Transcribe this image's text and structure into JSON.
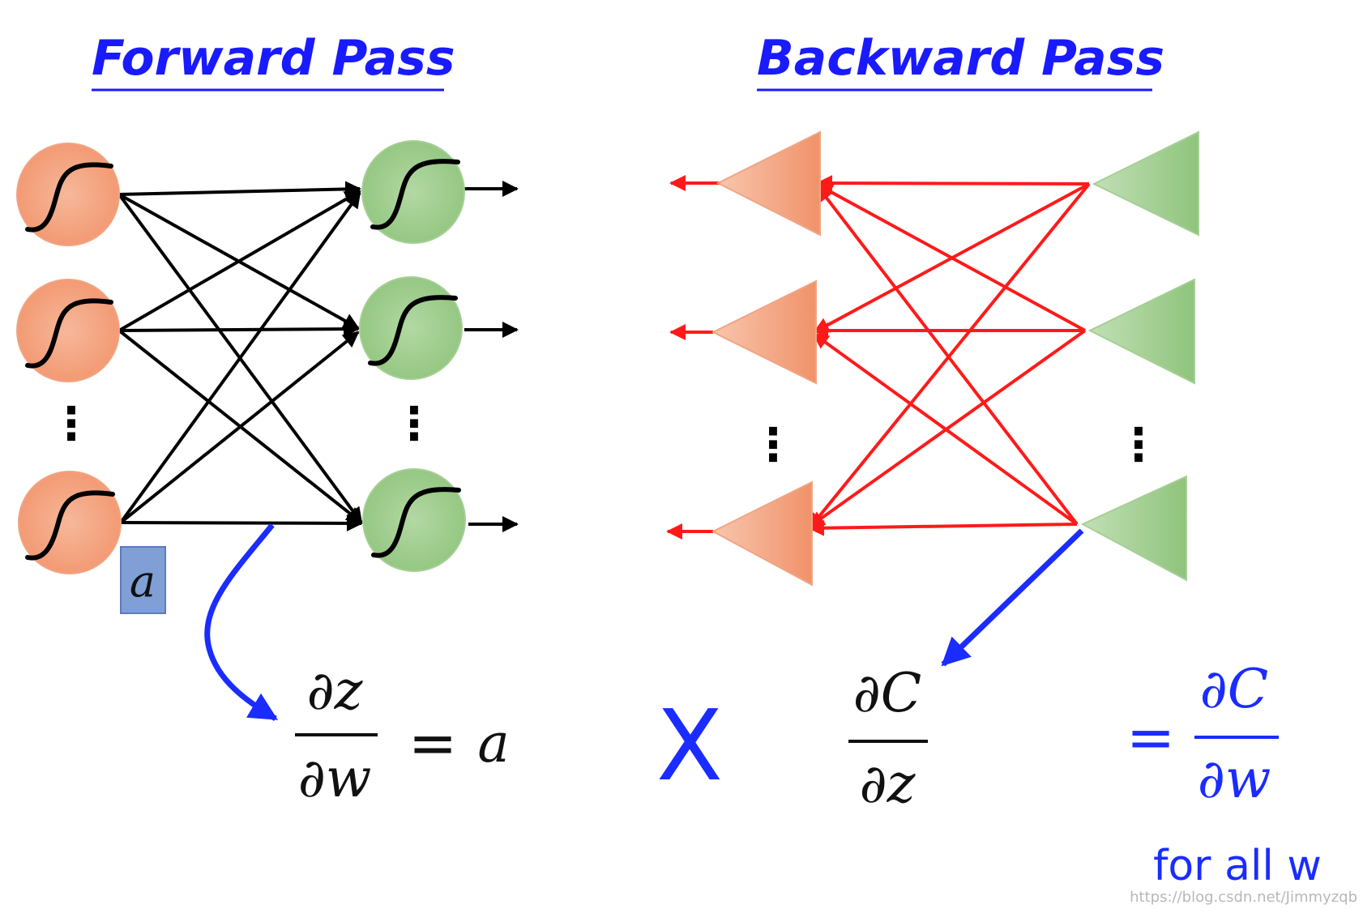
{
  "forward": {
    "title": "Forward Pass",
    "a_label": "a",
    "vertical_dots": "⋮",
    "formula": {
      "numerator": "∂z",
      "denominator": "∂w",
      "equals": "=",
      "rhs": "a"
    }
  },
  "backward": {
    "title": "Backward Pass",
    "vertical_dots": "⋮",
    "formula": {
      "numerator": "∂C",
      "denominator": "∂z"
    }
  },
  "multiply_symbol": "X",
  "result": {
    "equals": "=",
    "numerator": "∂C",
    "denominator": "∂w",
    "note": "for all w"
  },
  "watermark": "https://blog.csdn.net/Jimmyzqb",
  "colors": {
    "title": "#1a1aff",
    "forward_edges": "#000000",
    "backward_edges": "#ff1a1a",
    "input_neuron": "#f2a07e",
    "output_neuron": "#9dc98a",
    "a_box": "#7f9fd6",
    "curve_arrow": "#1a2cff"
  },
  "icons": {
    "input_neuron": "sigmoid-neuron-icon",
    "output_neuron": "sigmoid-neuron-icon",
    "backward_node": "triangle-node-icon"
  }
}
